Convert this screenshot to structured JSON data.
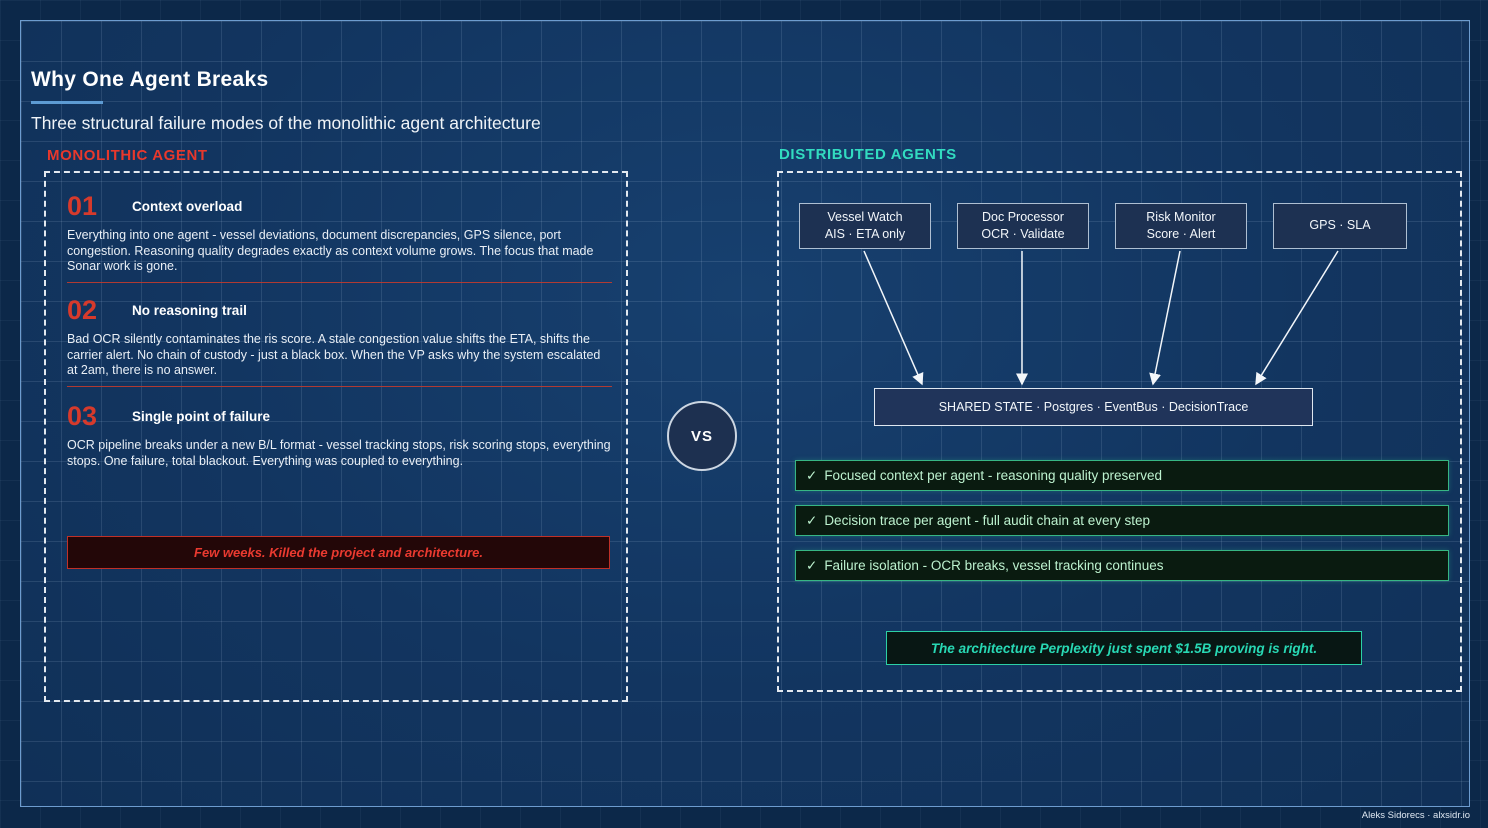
{
  "page": {
    "title": "Why One Agent Breaks",
    "subtitle": "Three structural failure modes of the monolithic agent architecture",
    "footer": "Aleks Sidorecs · alxsidr.io"
  },
  "vs_label": "VS",
  "monolithic": {
    "label": "MONOLITHIC AGENT",
    "sections": [
      {
        "number": "01",
        "heading": "Context overload",
        "body": "Everything into one agent  -  vessel deviations, document discrepancies, GPS silence, port congestion. Reasoning quality degrades exactly as context volume grows. The focus that made Sonar work is gone."
      },
      {
        "number": "02",
        "heading": "No reasoning trail",
        "body": "Bad OCR silently contaminates the ris score. A stale congestion value shifts the ETA, shifts the carrier alert. No chain of custody - just a black box. When the VP asks why the system escalated at 2am, there is no answer."
      },
      {
        "number": "03",
        "heading": "Single point of failure",
        "body": "OCR pipeline breaks under a new B/L format - vessel tracking stops, risk scoring stops, everything stops. One failure, total blackout. Everything was coupled to everything."
      }
    ],
    "verdict": "Few weeks. Killed the project and architecture."
  },
  "distributed": {
    "label": "DISTRIBUTED AGENTS",
    "agents": [
      {
        "line1": "Vessel Watch",
        "line2": "AIS · ETA only"
      },
      {
        "line1": "Doc Processor",
        "line2": "OCR · Validate"
      },
      {
        "line1": "Risk Monitor",
        "line2": "Score · Alert"
      },
      {
        "line1": "GPS · SLA",
        "line2": ""
      }
    ],
    "shared_state": "SHARED STATE · Postgres · EventBus · DecisionTrace",
    "benefits": [
      {
        "check": "✓",
        "text": "Focused context per agent - reasoning quality preserved"
      },
      {
        "check": "✓",
        "text": "Decision trace per agent - full audit chain at every step"
      },
      {
        "check": "✓",
        "text": "Failure isolation - OCR breaks, vessel tracking continues"
      }
    ],
    "quote": "The architecture Perplexity just spent $1.5B proving is right."
  },
  "colors": {
    "background": "#0c2849",
    "board": "#143867",
    "frame_border": "#6d9ccf",
    "accent_red": "#e8382c",
    "accent_teal": "#32dcc0",
    "title_underline": "#5d9bd3",
    "benefit_border": "#37b684",
    "benefit_text": "#bdf2cf",
    "alert_text": "#ea3a30",
    "quote_text": "#28d8b4"
  }
}
